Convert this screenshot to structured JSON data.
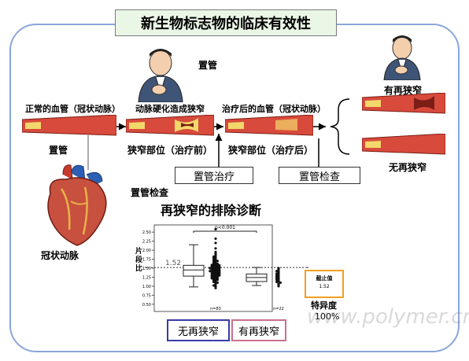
{
  "title": "新生物标志物的临床有效性",
  "labels": {
    "stent_top": "置管",
    "normal_vessel": "正常的血管（冠状动脉）",
    "stenosis_vessel": "动脉硬化造成狭窄",
    "treated_vessel": "治疗后的血管（冠状动脉）",
    "stent_left": "置管",
    "stenosis_site_before": "狭窄部位（治疗前）",
    "stenosis_site_after": "狭窄部位（治疗后）",
    "with_restenosis_top": "有再狭窄",
    "no_restenosis_right": "无再狭窄",
    "stent_treatment": "置管治疗",
    "stent_check_right": "置管检查",
    "stent_check_left": "置管检查",
    "coronary_artery": "冠状动脉",
    "diagnosis_title": "再狭窄的排除诊断",
    "specificity": "特异度",
    "specificity_value": "100%",
    "group_no": "无再狭窄",
    "group_yes": "有再狭窄",
    "watermark": "www.polymer.cn"
  },
  "chart_data": {
    "type": "box",
    "ylabel": "片段比",
    "ylim": [
      0.3,
      2.7
    ],
    "yticks": [
      "2.50",
      "2.25",
      "2.00",
      "1.75",
      "1.50",
      "1.25",
      "1.00",
      "0.75",
      "0.50"
    ],
    "ytick_values": [
      2.5,
      2.25,
      2.0,
      1.75,
      1.5,
      1.25,
      1.0,
      0.75,
      0.5
    ],
    "cutoff": 1.52,
    "cutoff_label": "1.52",
    "cutoff_box_title": "截止值",
    "cutoff_box_value": "1.52",
    "p_value_label": "p<0.001",
    "groups": [
      {
        "n_label": "n=83",
        "min": 0.98,
        "q1": 1.28,
        "median": 1.45,
        "q3": 1.58,
        "max": 2.15,
        "points": [
          2.58,
          2.32,
          2.2,
          2.05,
          1.95,
          1.9,
          1.85,
          1.82,
          1.8,
          1.78,
          1.75,
          1.74,
          1.72,
          1.7,
          1.7,
          1.68,
          1.66,
          1.65,
          1.64,
          1.62,
          1.61,
          1.6,
          1.6,
          1.59,
          1.58,
          1.57,
          1.56,
          1.55,
          1.55,
          1.54,
          1.53,
          1.52,
          1.52,
          1.51,
          1.5,
          1.5,
          1.49,
          1.48,
          1.48,
          1.47,
          1.46,
          1.45,
          1.45,
          1.44,
          1.43,
          1.42,
          1.42,
          1.41,
          1.4,
          1.4,
          1.39,
          1.38,
          1.37,
          1.36,
          1.35,
          1.35,
          1.34,
          1.33,
          1.32,
          1.31,
          1.3,
          1.3,
          1.29,
          1.28,
          1.27,
          1.26,
          1.25,
          1.24,
          1.23,
          1.22,
          1.2,
          1.19,
          1.18,
          1.16,
          1.15,
          1.13,
          1.12,
          1.1,
          1.08,
          1.05,
          1.02,
          1.0,
          0.95
        ]
      },
      {
        "n_label": "n=22",
        "min": 1.02,
        "q1": 1.13,
        "median": 1.24,
        "q3": 1.34,
        "max": 1.52,
        "points": [
          1.5,
          1.48,
          1.45,
          1.42,
          1.4,
          1.37,
          1.35,
          1.33,
          1.3,
          1.28,
          1.26,
          1.24,
          1.22,
          1.2,
          1.18,
          1.16,
          1.14,
          1.12,
          1.1,
          1.07,
          1.04,
          1.0
        ]
      }
    ]
  },
  "colors": {
    "frame": "#8aa6d8",
    "title_bg": "#eaf6e6",
    "vessel": "#d84a3c",
    "plaque": "#f2d86b",
    "box_no": "#3a3aa8",
    "box_yes": "#c9708f",
    "cutoff_box": "#f0a020"
  }
}
